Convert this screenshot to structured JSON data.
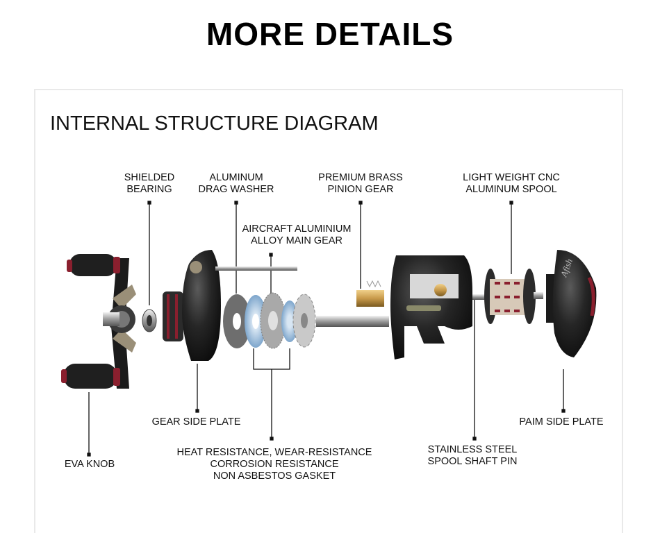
{
  "header": {
    "title": "MORE DETAILS"
  },
  "diagram": {
    "title": "INTERNAL STRUCTURE DIAGRAM",
    "labels": {
      "shielded_bearing": [
        "SHIELDED",
        "BEARING"
      ],
      "aluminum_drag_washer": [
        "ALUMINUM",
        "DRAG WASHER"
      ],
      "brass_pinion_gear": [
        "PREMIUM BRASS",
        "PINION GEAR"
      ],
      "cnc_spool": [
        "LIGHT WEIGHT CNC",
        "ALUMINUM SPOOL"
      ],
      "main_gear": [
        "AIRCRAFT ALUMINIUM",
        "ALLOY MAIN GEAR"
      ],
      "gear_side_plate": [
        "GEAR SIDE PLATE"
      ],
      "palm_side_plate": [
        "PAIM SIDE PLATE"
      ],
      "eva_knob": [
        "EVA KNOB"
      ],
      "gasket": [
        "HEAT RESISTANCE, WEAR-RESISTANCE",
        "CORROSION RESISTANCE",
        "NON ASBESTOS GASKET"
      ],
      "spool_shaft_pin": [
        "STAINLESS STEEL",
        "SPOOL SHAFT PIN"
      ]
    },
    "reel_logo_text": "Afish",
    "colors": {
      "accent_red": "#8a1f2e",
      "body_black": "#1c1c1c",
      "washer_blue": "#8fb6d9",
      "brass": "#c89a4a"
    }
  }
}
